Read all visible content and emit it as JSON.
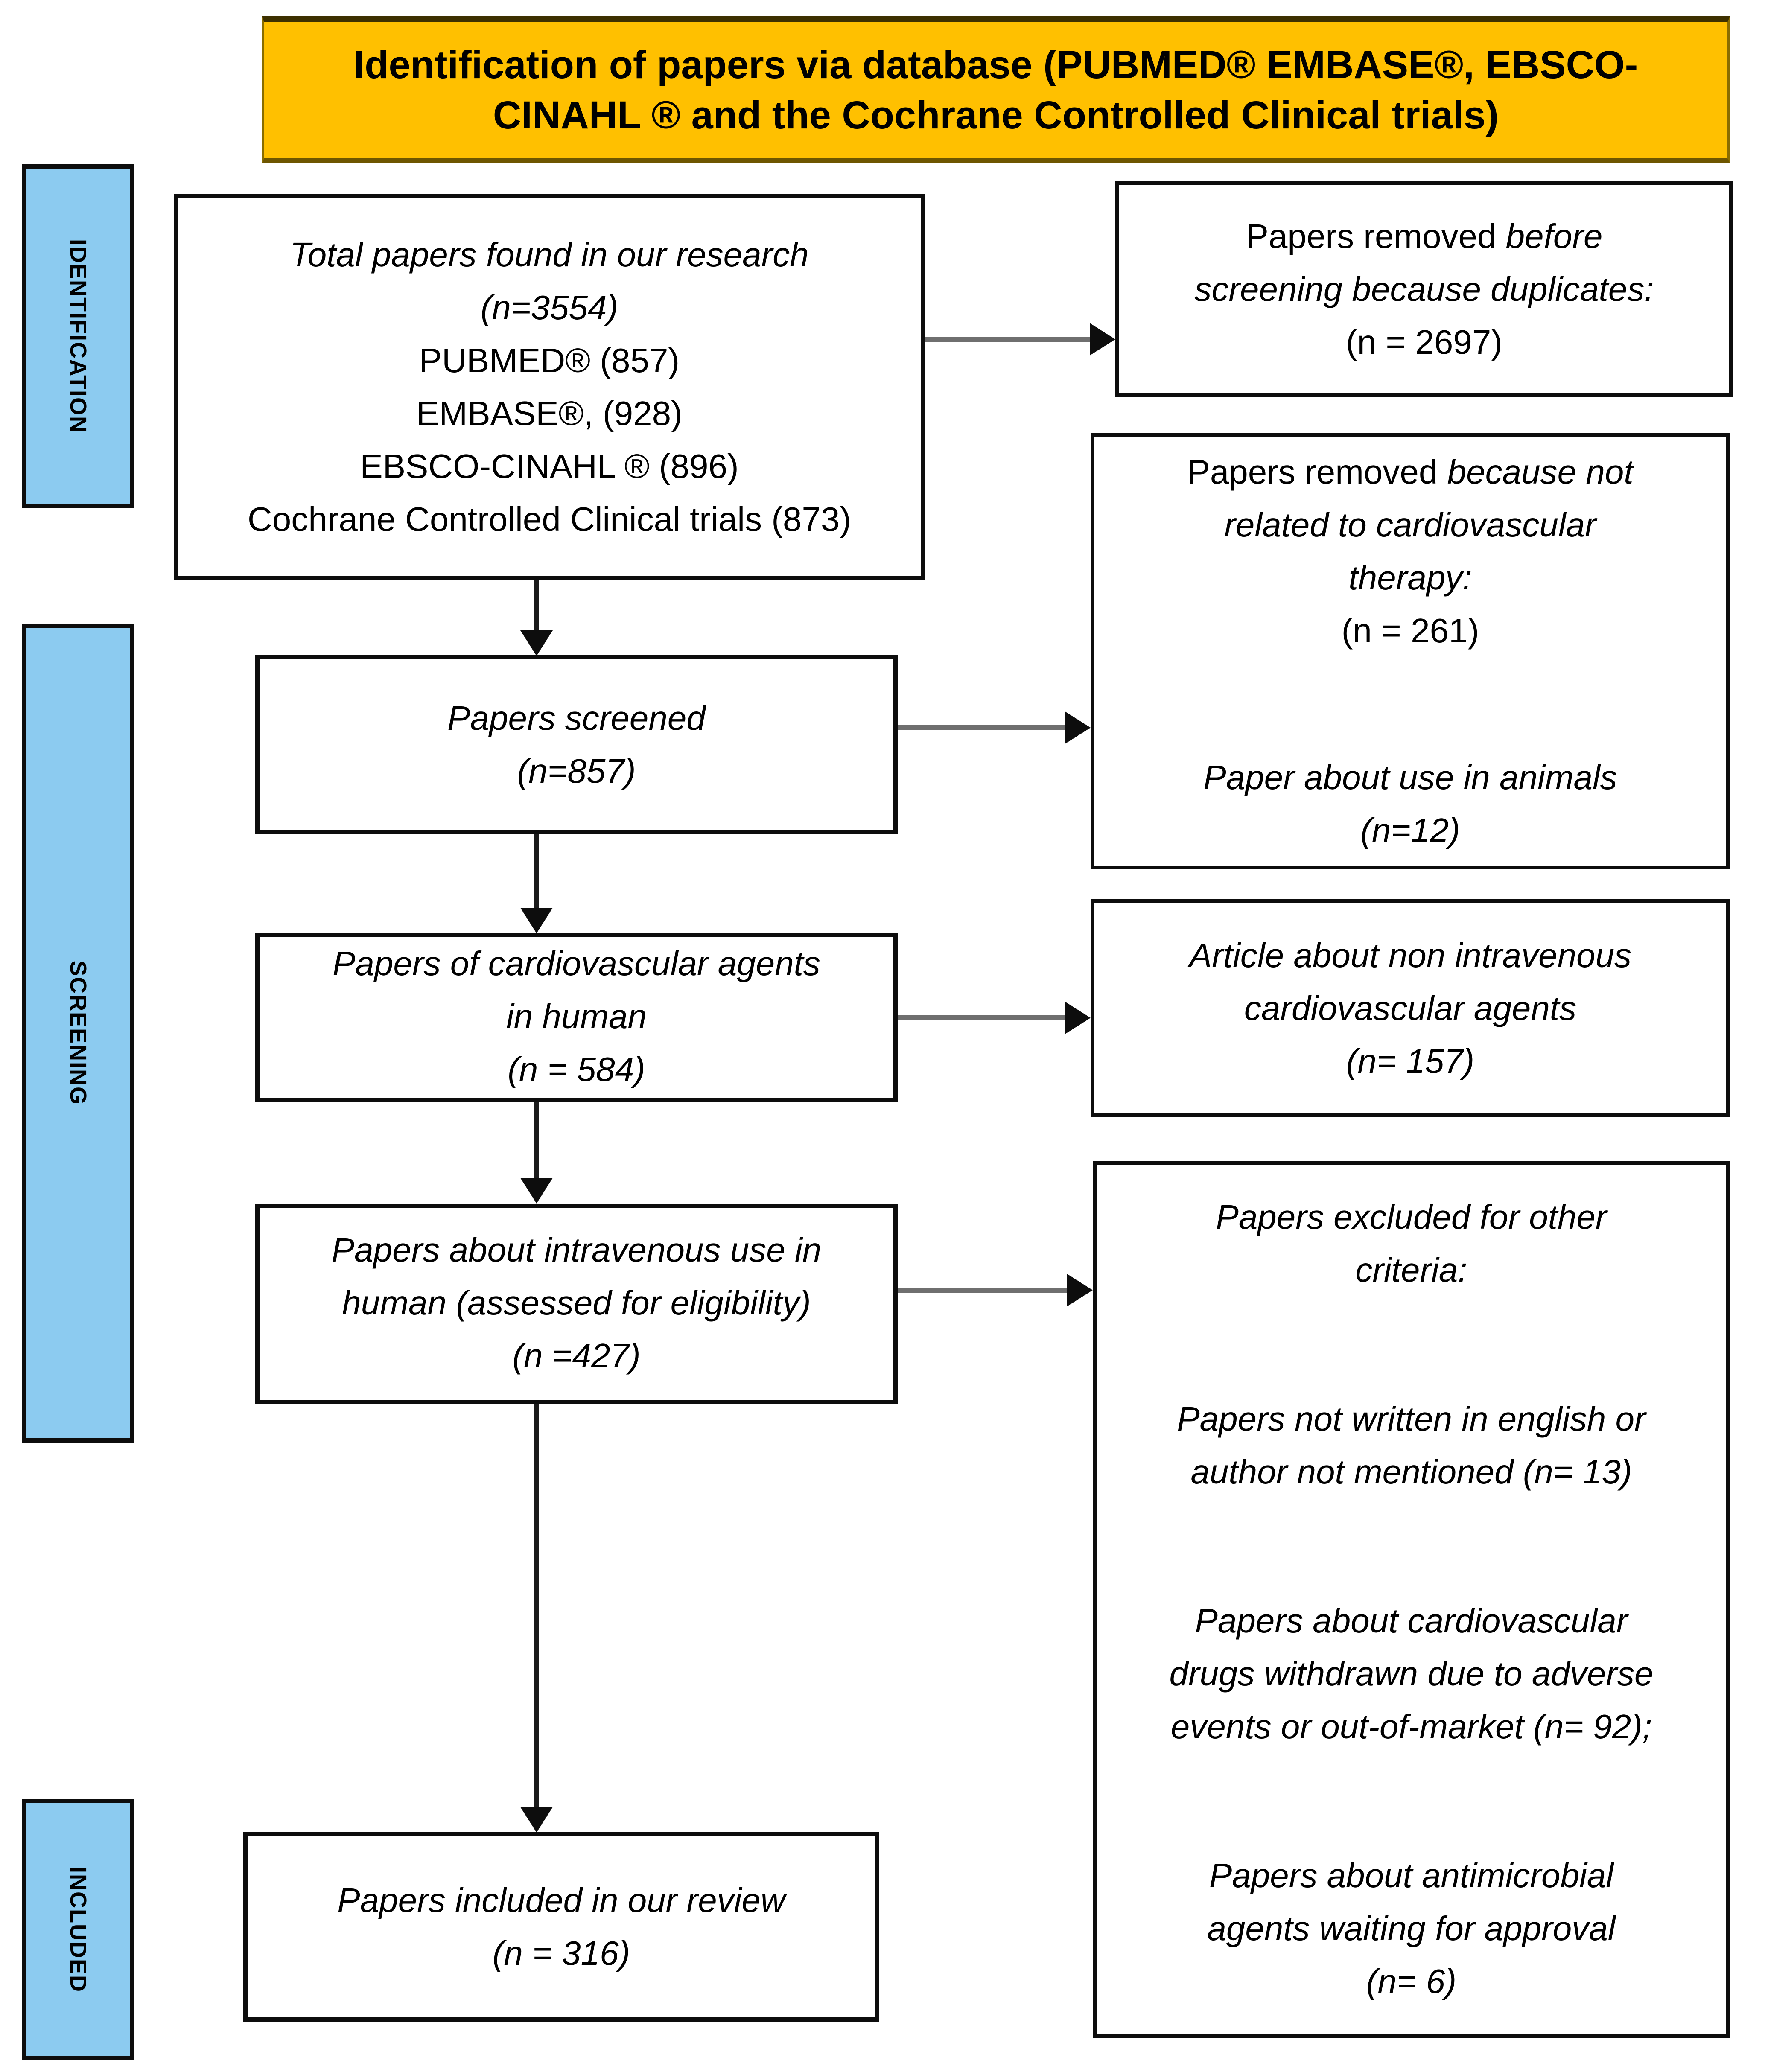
{
  "header": {
    "lines": [
      "Identification of papers via database (PUBMED® EMBASE®, EBSCO-",
      "CINAHL ® and the Cochrane Controlled Clinical trials)"
    ]
  },
  "sidebar": {
    "identification": "IDENTIFICATION",
    "screening": "SCREENING",
    "included": "INCLUDED"
  },
  "flow": {
    "total": {
      "lines": [
        {
          "it": "Total papers found in our research"
        },
        {
          "it": "(n=3554)"
        },
        "PUBMED® (857)",
        "EMBASE®, (928)",
        "EBSCO-CINAHL ® (896)",
        "Cochrane Controlled Clinical trials (873)"
      ]
    },
    "screened": {
      "lines": [
        {
          "it": "Papers screened"
        },
        {
          "it": "(n=857)"
        }
      ]
    },
    "cardio": {
      "lines": [
        {
          "it": "Papers of cardiovascular agents"
        },
        {
          "it": "in human"
        },
        {
          "it": "(n = 584)"
        }
      ]
    },
    "intravenous": {
      "lines": [
        {
          "it": "Papers about intravenous use in"
        },
        {
          "it": "human (assessed for eligibility)"
        },
        {
          "it": "(n =427)"
        }
      ]
    },
    "included": {
      "lines": [
        {
          "it": "Papers included in our review"
        },
        {
          "it": "(n = 316)"
        }
      ]
    }
  },
  "exclusions": {
    "duplicates": {
      "lines": [
        {
          "pre": "Papers removed ",
          "it": "before"
        },
        {
          "it": "screening because duplicates:"
        },
        "(n = 2697)"
      ]
    },
    "not_cardiovascular": {
      "p1": [
        {
          "pre": "Papers removed ",
          "it": "because not"
        },
        {
          "it": "related to cardiovascular"
        },
        {
          "it": "therapy:"
        },
        "(n = 261)"
      ],
      "p2": [
        {
          "it": "Paper about use in animals"
        },
        {
          "it": "(n=12)"
        }
      ]
    },
    "non_intravenous": {
      "lines": [
        {
          "it": "Article about non intravenous"
        },
        {
          "it": "cardiovascular agents"
        },
        {
          "it": "(n= 157)"
        }
      ]
    },
    "other_criteria": {
      "title": [
        {
          "it": "Papers excluded for other"
        },
        {
          "it": "criteria:"
        }
      ],
      "p1": [
        {
          "it": "Papers not written in english or"
        },
        {
          "it": "author not mentioned (n= 13)"
        }
      ],
      "p2": [
        {
          "it": "Papers about cardiovascular"
        },
        {
          "it": "drugs withdrawn due to adverse"
        },
        {
          "it": "events or out-of-market (n= 92);"
        }
      ],
      "p3": [
        {
          "it": "Papers about antimicrobial"
        },
        {
          "it": "agents waiting for approval"
        },
        {
          "it": "(n= 6)"
        }
      ]
    }
  },
  "colors": {
    "header_bg": "#FFC000",
    "header_border": "#8a6d00",
    "sidebar_bg": "#8CCBF0",
    "box_border": "#0d0d0d",
    "connector_horizontal": "#6f6f6f",
    "connector_vertical": "#1a1a1a",
    "box_bg": "#ffffff"
  }
}
